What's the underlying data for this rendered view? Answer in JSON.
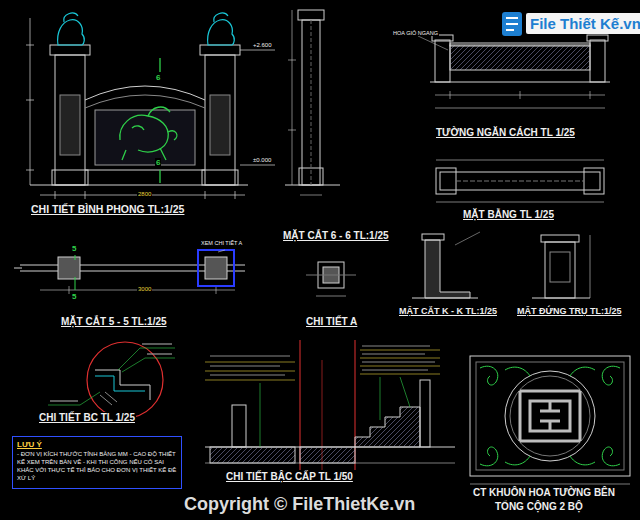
{
  "diagram": {
    "nodes": [
      {
        "text": [
          "LƯU Ý",
          "- ĐƠN VỊ KÍCH THƯỚC TÍNH BẰNG MM - CAO ĐỘ THIẾT KẾ XEM TRÊN BẢN VẼ - KHI THI CÔNG NẾU CÓ SAI KHÁC VỚI THỰC TẾ THÌ BÁO CHO ĐƠN VỊ THIẾT KẾ ĐỂ XỬ LÝ"
        ]
      }
    ],
    "labels": [
      "File Thiết Kế.vn",
      "CHI TIẾT BÌNH PHONG TL:1/25",
      "MẶT CẮT 6 - 6 TL:1/25",
      "TƯỜNG NGĂN CÁCH TL 1/25",
      "MẶT BẰNG TL 1/25",
      "MẶT CẮT 5 - 5 TL:1/25",
      "CHI TIẾT A",
      "MẶT CẮT K - K TL:1/25",
      "MẶT ĐỨNG TRỤ TL:1/25",
      "CHI TIẾT BC TL 1/25",
      "CHI TIẾT BẬC CẤP TL 1/50",
      "CT KHUÔN HOA TƯỜNG BÊN",
      "TỔNG CỘNG 2 BỘ",
      "Copyright © FileThietKe.vn",
      "HOA GIÓ NGANG",
      "XEM CHI TIẾT A",
      "6",
      "6",
      "5",
      "5",
      "+2.600",
      "±0.000",
      "2800",
      "3000"
    ]
  }
}
